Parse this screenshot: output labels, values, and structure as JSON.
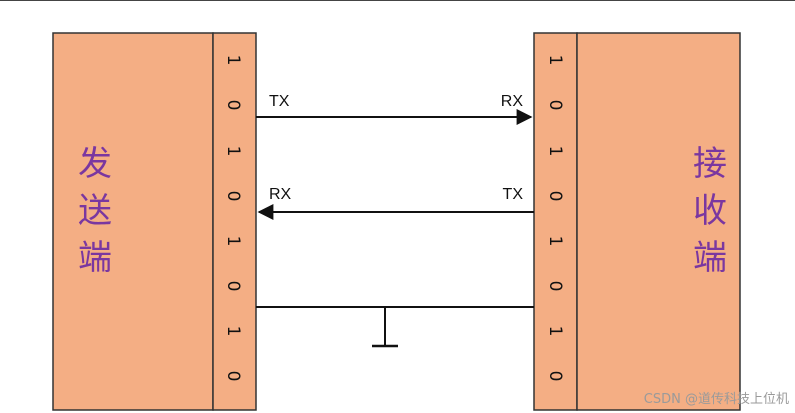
{
  "sender": {
    "label_chars": [
      "发",
      "送",
      "端"
    ]
  },
  "receiver": {
    "label_chars": [
      "接",
      "收",
      "端"
    ]
  },
  "sender_bits": [
    "1",
    "0",
    "1",
    "0",
    "1",
    "0",
    "1",
    "0"
  ],
  "receiver_bits": [
    "1",
    "0",
    "1",
    "0",
    "1",
    "0",
    "1",
    "0"
  ],
  "lines": {
    "top": {
      "left_label": "TX",
      "right_label": "RX",
      "direction": "left-to-right"
    },
    "middle": {
      "left_label": "RX",
      "right_label": "TX",
      "direction": "right-to-left"
    },
    "ground": {
      "symbol": "ground"
    }
  },
  "watermark": "CSDN @道传科技上位机",
  "colors": {
    "block_fill": "#f4ae84",
    "block_stroke": "#333333",
    "label_purple": "#7a37a0",
    "line": "#111111"
  }
}
